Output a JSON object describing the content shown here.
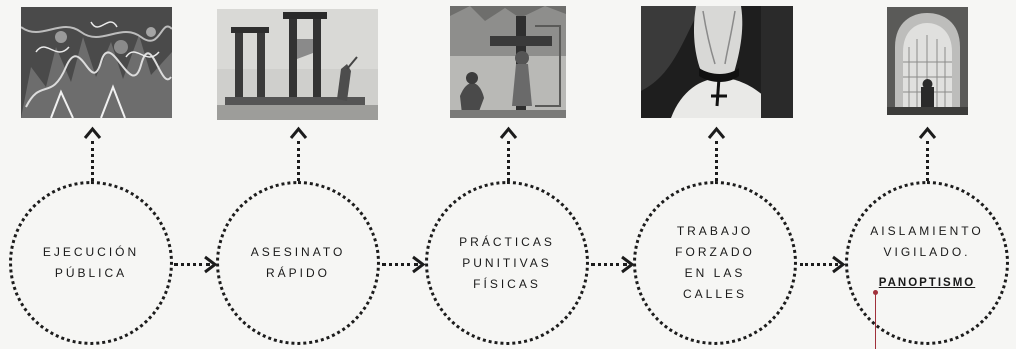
{
  "stages": [
    {
      "label": "EJECUCIÓN\nPÚBLICA",
      "image": "public-execution-engraving"
    },
    {
      "label": "ASESINATO\nRÁPIDO",
      "image": "guillotine-engraving"
    },
    {
      "label": "PRÁCTICAS\nPUNITIVAS\nFÍSICAS",
      "image": "pillory-engraving"
    },
    {
      "label": "TRABAJO\nFORZADO\nEN LAS\nCALLES",
      "image": "iron-collar-engraving"
    },
    {
      "label": "AISLAMIENTO\nVIGILADO.",
      "extra": "PANOPTISMO",
      "image": "panopticon-engraving"
    }
  ],
  "connectors": {
    "up_icon": "chevron-up-icon",
    "right_icon": "chevron-right-icon"
  },
  "colors": {
    "line": "#1c1c1c",
    "background": "#f6f6f4",
    "cursor": "#a0303a"
  }
}
